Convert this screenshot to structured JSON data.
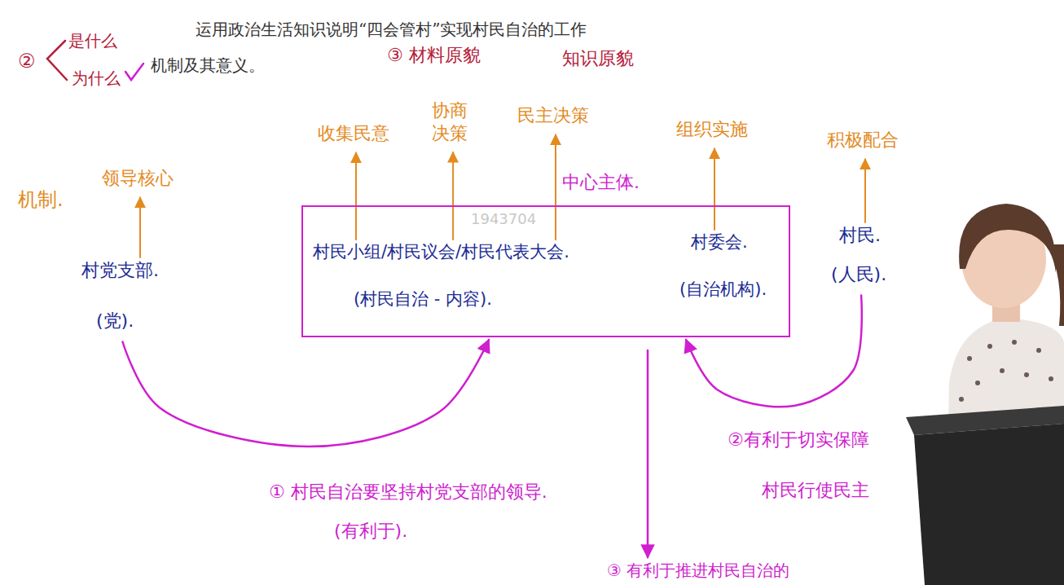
{
  "diagram": {
    "title": "运用政治生活知识说明“四会管村”实现村民自治的工作机制及其意义。",
    "nodes": [
      {
        "text": [
          "中心主体."
        ]
      },
      {
        "text": [
          "村民小组/村民议会/村民代表大会.",
          "(村民自治 - 内容)."
        ],
        "in": 0
      },
      {
        "text": [
          "村委会.",
          "(自治机构)."
        ],
        "in": 0
      },
      {
        "text": [
          "村党支部.",
          "(党)."
        ]
      },
      {
        "text": [
          "村民.",
          "(人民)."
        ]
      },
      {
        "text": [
          "③ 有利于推进村民自治的"
        ]
      },
      {
        "text": [
          "领导核心"
        ]
      },
      {
        "text": [
          "收集民意"
        ]
      },
      {
        "text": [
          "协商 决策"
        ]
      },
      {
        "text": [
          "民主决策"
        ]
      },
      {
        "text": [
          "组织实施"
        ]
      },
      {
        "text": [
          "积极配合"
        ]
      }
    ],
    "edges": [
      {
        "from": 3,
        "to": 0,
        "arrow": "to"
      },
      {
        "from": 4,
        "to": 0,
        "arrow": "to"
      },
      {
        "from": 0,
        "to": 5,
        "arrow": "to"
      },
      {
        "from": 3,
        "to": 6,
        "arrow": "to"
      },
      {
        "from": 1,
        "to": 7,
        "arrow": "to"
      },
      {
        "from": 1,
        "to": 8,
        "arrow": "to"
      },
      {
        "from": 1,
        "to": 9,
        "arrow": "to"
      },
      {
        "from": 2,
        "to": 10,
        "arrow": "to"
      },
      {
        "from": 4,
        "to": 11,
        "arrow": "to"
      }
    ],
    "labels": [
      "②",
      "是什么",
      "为什么",
      "③ 材料原貌",
      "知识原貌",
      "机制.",
      "1943704",
      "① 村民自治要坚持村党支部的领导.",
      "(有利于).",
      "②有利于切实保障",
      "村民行使民主"
    ]
  }
}
